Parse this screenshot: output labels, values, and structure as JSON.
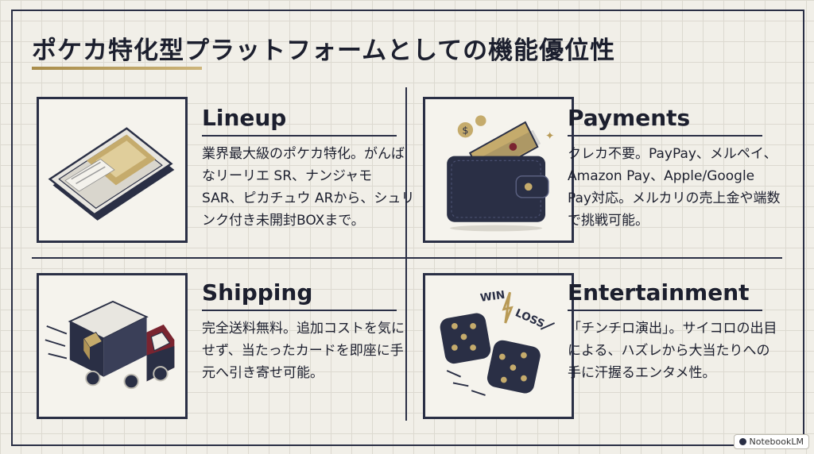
{
  "title": "ポケカ特化型プラットフォームとしての機能優位性",
  "colors": {
    "navy": "#2a2f45",
    "gold": "#b89a56",
    "maroon": "#7a2430",
    "paper": "#f1efe8"
  },
  "sections": [
    {
      "heading": "Lineup",
      "icon": "trading-card-icon",
      "text": "業界最大級のポケカ特化。がんばなリーリエ SR、ナンジャモ SAR、ピカチュウ ARから、シュリンク付き未開封BOXまで。"
    },
    {
      "heading": "Payments",
      "icon": "wallet-icon",
      "text": "クレカ不要。PayPay、メルペイ、Amazon Pay、Apple/Google Pay対応。メルカリの売上金や端数で挑戦可能。"
    },
    {
      "heading": "Shipping",
      "icon": "delivery-truck-icon",
      "text": "完全送料無料。追加コストを気にせず、当たったカードを即座に手元へ引き寄せ可能。"
    },
    {
      "heading": "Entertainment",
      "icon": "dice-icon",
      "text": "「チンチロ演出」。サイコロの出目による、ハズレから大当たりへの手に汗握るエンタメ性。",
      "dice_labels": {
        "win": "WIN",
        "loss": "LOSS"
      }
    }
  ],
  "badge": "NotebookLM"
}
